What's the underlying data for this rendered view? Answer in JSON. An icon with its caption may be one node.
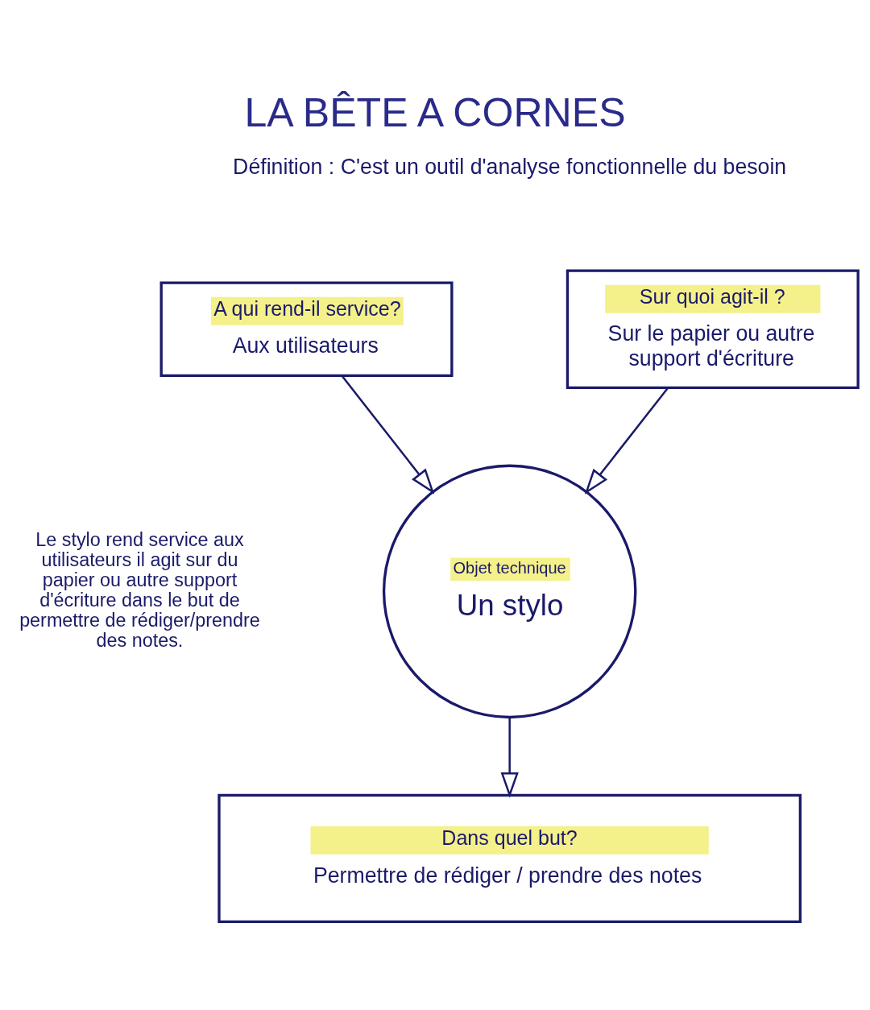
{
  "diagram": {
    "title": "LA BÊTE A CORNES",
    "nodes": [
      {
        "text": [
          "A qui rend-il service?",
          "Aux utilisateurs"
        ]
      },
      {
        "text": [
          "Sur quoi agit-il ?",
          "Sur le papier ou autre support d'écriture"
        ]
      },
      {
        "text": [
          "Objet technique",
          "Un stylo"
        ]
      },
      {
        "text": [
          "Dans quel but?",
          "Permettre de rédiger / prendre des notes"
        ]
      }
    ],
    "edges": [
      {
        "from": 0,
        "to": 2,
        "arrow": "to"
      },
      {
        "from": 1,
        "to": 2,
        "arrow": "to"
      },
      {
        "from": 2,
        "to": 3,
        "arrow": "to"
      }
    ],
    "labels": [
      "Définition : C'est un outil d'analyse fonctionnelle du besoin",
      "Le stylo rend service aux utilisateurs il agit sur du papier ou autre support d'écriture dans le but de permettre de rédiger/prendre des notes."
    ]
  }
}
